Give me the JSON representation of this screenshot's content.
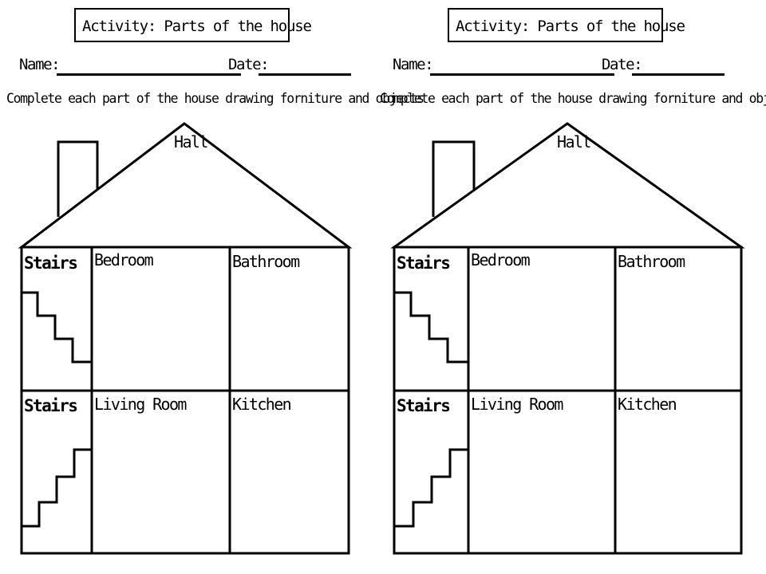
{
  "worksheet": {
    "title": "Activity: Parts of the house",
    "name_label": "Name:",
    "date_label": "Date:",
    "instructions": "Complete each part of the house drawing forniture and objects",
    "rooms": {
      "hall": "Hall",
      "stairs_upper": "Stairs",
      "bedroom": "Bedroom",
      "bathroom": "Bathroom",
      "stairs_lower": "Stairs",
      "living_room": "Living Room",
      "kitchen": "Kitchen"
    }
  }
}
